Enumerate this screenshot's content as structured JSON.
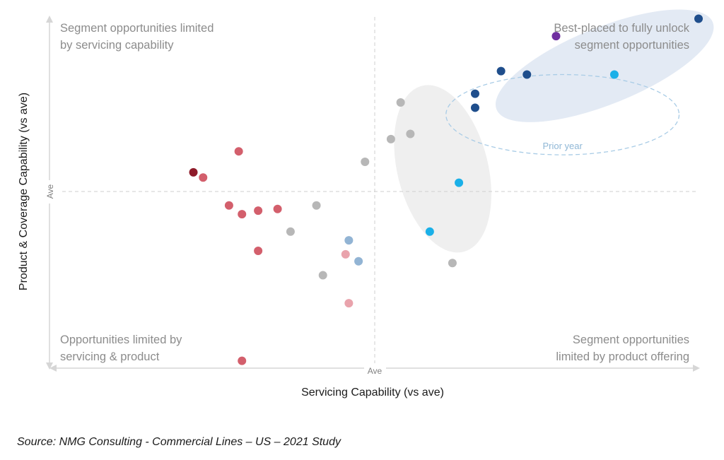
{
  "chart_data": {
    "type": "scatter",
    "title": "",
    "xlabel": "Servicing Capability (vs ave)",
    "ylabel": "Product & Coverage Capability (vs ave)",
    "xlim": [
      -1,
      1
    ],
    "ylim": [
      -1,
      1
    ],
    "axis_origin_label_x": "Ave",
    "axis_origin_label_y": "Ave",
    "grid": false,
    "reference_lines": [
      "x = Ave (dashed)",
      "y = Ave (dashed)"
    ],
    "quadrant_labels": {
      "top_left": [
        "Segment opportunities limited",
        "by servicing capability"
      ],
      "top_right": [
        "Best-placed to fully unlock",
        "segment opportunities"
      ],
      "bottom_left": [
        "Opportunities limited by",
        "servicing & product"
      ],
      "bottom_right": [
        "Segment opportunities",
        "limited by product offering"
      ]
    },
    "annotations": [
      {
        "text": "Prior year",
        "shape": "dashed ellipse",
        "center": [
          0.58,
          0.44
        ],
        "rx": 0.36,
        "ry": 0.23
      }
    ],
    "groups": [
      {
        "shape": "shaded ellipse",
        "color": "#e3eaf4",
        "center": [
          0.71,
          0.72
        ],
        "rx": 0.36,
        "ry": 0.22,
        "rotation": -22
      },
      {
        "shape": "shaded ellipse",
        "color": "#efefef",
        "center": [
          0.21,
          0.13
        ],
        "rx": 0.14,
        "ry": 0.49,
        "rotation": -14
      }
    ],
    "series": [
      {
        "color": "#1f4e8c",
        "points": [
          [
            1.0,
            0.99
          ],
          [
            0.39,
            0.69
          ],
          [
            0.47,
            0.67
          ],
          [
            0.31,
            0.56
          ],
          [
            0.31,
            0.48
          ]
        ]
      },
      {
        "color": "#7030a0",
        "points": [
          [
            0.56,
            0.89
          ]
        ]
      },
      {
        "color": "#1ab0e8",
        "points": [
          [
            0.74,
            0.67
          ],
          [
            0.26,
            0.05
          ],
          [
            0.17,
            -0.23
          ]
        ]
      },
      {
        "color": "#b7b7b7",
        "points": [
          [
            0.08,
            0.51
          ],
          [
            0.11,
            0.33
          ],
          [
            0.05,
            0.3
          ],
          [
            -0.03,
            0.17
          ],
          [
            -0.18,
            -0.08
          ],
          [
            -0.26,
            -0.23
          ],
          [
            -0.16,
            -0.48
          ],
          [
            0.24,
            -0.41
          ]
        ]
      },
      {
        "color": "#d35f6c",
        "points": [
          [
            -0.42,
            0.23
          ],
          [
            -0.53,
            0.08
          ],
          [
            -0.45,
            -0.08
          ],
          [
            -0.41,
            -0.13
          ],
          [
            -0.36,
            -0.11
          ],
          [
            -0.3,
            -0.1
          ],
          [
            -0.36,
            -0.34
          ],
          [
            -0.41,
            -0.97
          ]
        ]
      },
      {
        "color": "#8e1b2a",
        "points": [
          [
            -0.56,
            0.11
          ]
        ]
      },
      {
        "color": "#e9a3ac",
        "points": [
          [
            -0.09,
            -0.36
          ],
          [
            -0.08,
            -0.64
          ]
        ]
      },
      {
        "color": "#92b4d4",
        "points": [
          [
            -0.08,
            -0.28
          ],
          [
            -0.05,
            -0.4
          ]
        ]
      }
    ]
  },
  "source": "Source: NMG Consulting - Commercial Lines – US – 2021 Study"
}
